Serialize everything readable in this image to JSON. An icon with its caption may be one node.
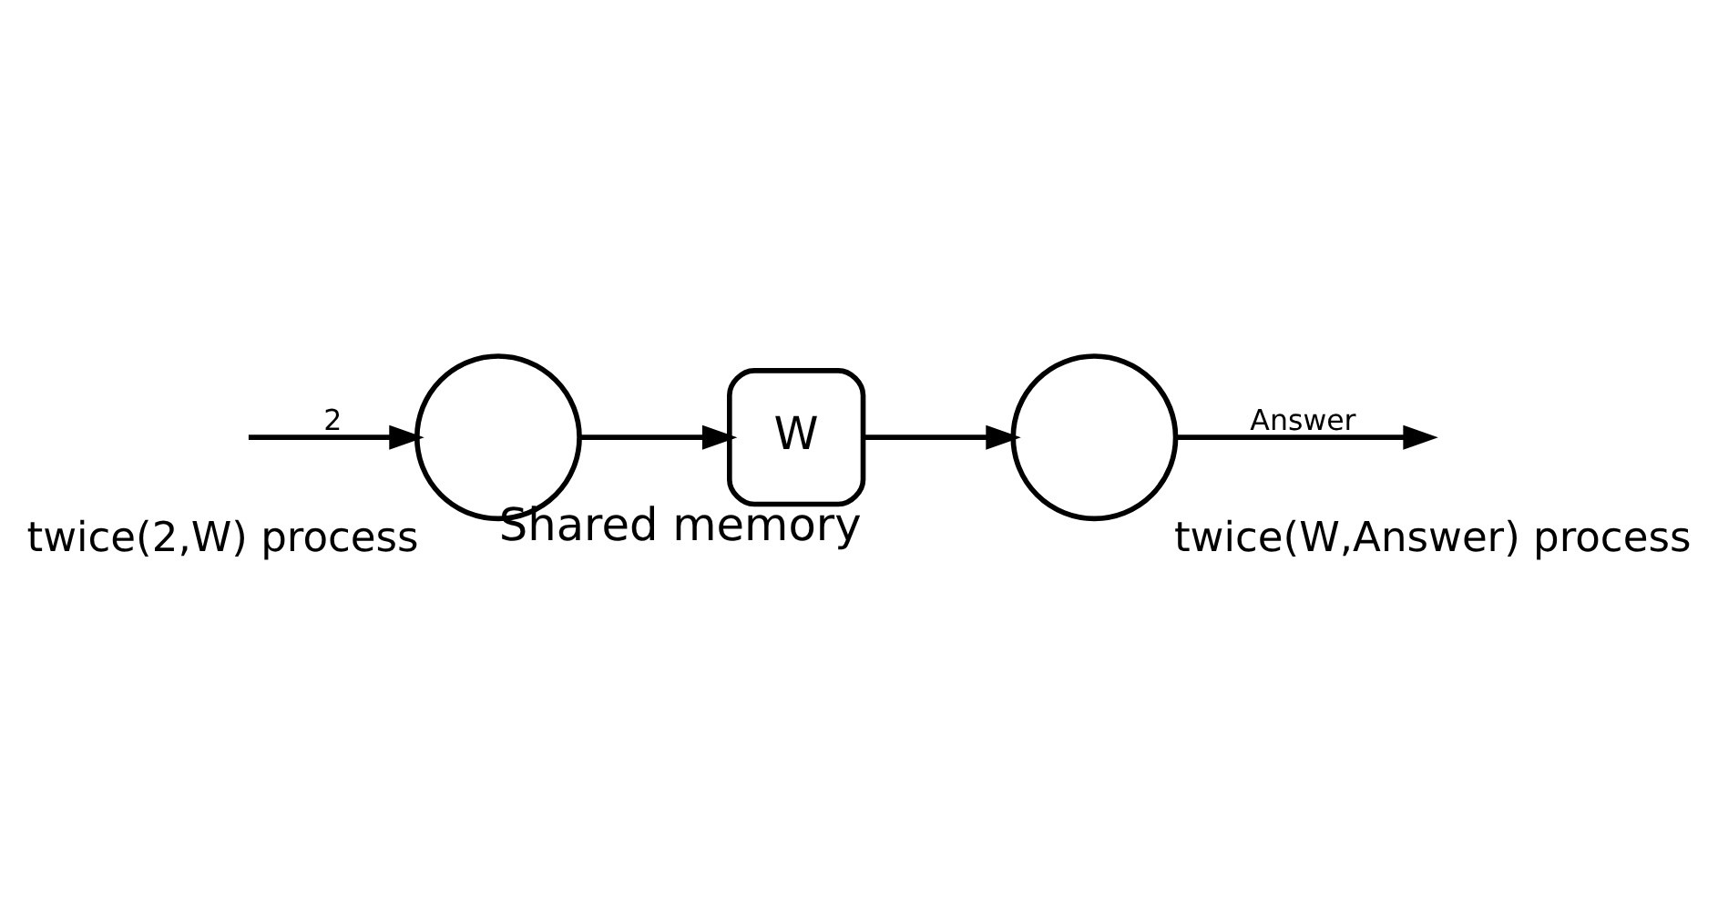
{
  "diagram": {
    "nodes": [
      {
        "text": [],
        "shape": "circle",
        "beside": [
          "twice(2,W) process"
        ]
      },
      {
        "text": [
          "W"
        ],
        "beside": [
          "Shared memory"
        ]
      },
      {
        "text": [],
        "shape": "circle",
        "beside": [
          "twice(W,Answer) process"
        ]
      }
    ],
    "edges": [
      {
        "from": null,
        "to": 0,
        "arrow": "to",
        "label": "2"
      },
      {
        "from": 0,
        "to": 1,
        "arrow": "to"
      },
      {
        "from": 1,
        "to": 2,
        "arrow": "to"
      },
      {
        "from": 2,
        "to": null,
        "arrow": "to",
        "label": "Answer"
      }
    ]
  }
}
